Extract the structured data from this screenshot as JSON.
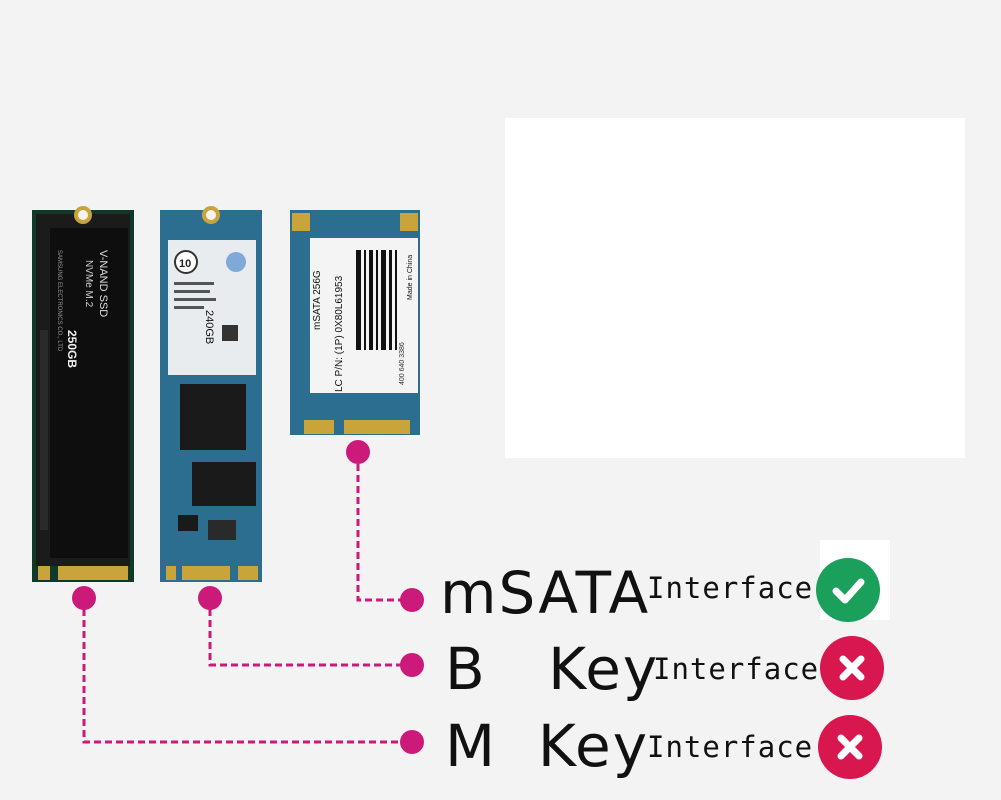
{
  "cards": {
    "m_key": {
      "brand_line": "V-NAND SSD",
      "model_line": "NVMe M.2",
      "capacity": "250GB",
      "maker": "SAMSUNG ELECTRONICS CO., LTD"
    },
    "b_key": {
      "capacity": "240GB",
      "badge": "10"
    },
    "msata": {
      "title": "mSATA 256G",
      "part_no": "LC P/N: (1P) 0X80L61953",
      "origin": "Made in China",
      "code": "400 640 3386"
    }
  },
  "rows": [
    {
      "main": "mSATA",
      "suffix": "Interface",
      "status": "supported",
      "icon": "check-icon",
      "color": "#1aa05a"
    },
    {
      "main": "B   Key",
      "suffix": "Interface",
      "status": "not-supported",
      "icon": "cross-icon",
      "color": "#d9174f"
    },
    {
      "main": "M  Key",
      "suffix": "Interface",
      "status": "not-supported",
      "icon": "cross-icon",
      "color": "#d9174f"
    }
  ],
  "colors": {
    "connector": "#cc1a7a",
    "pcb": "#2a6f9e",
    "dark_card": "#1c1c1c",
    "gold": "#c9a43b"
  }
}
